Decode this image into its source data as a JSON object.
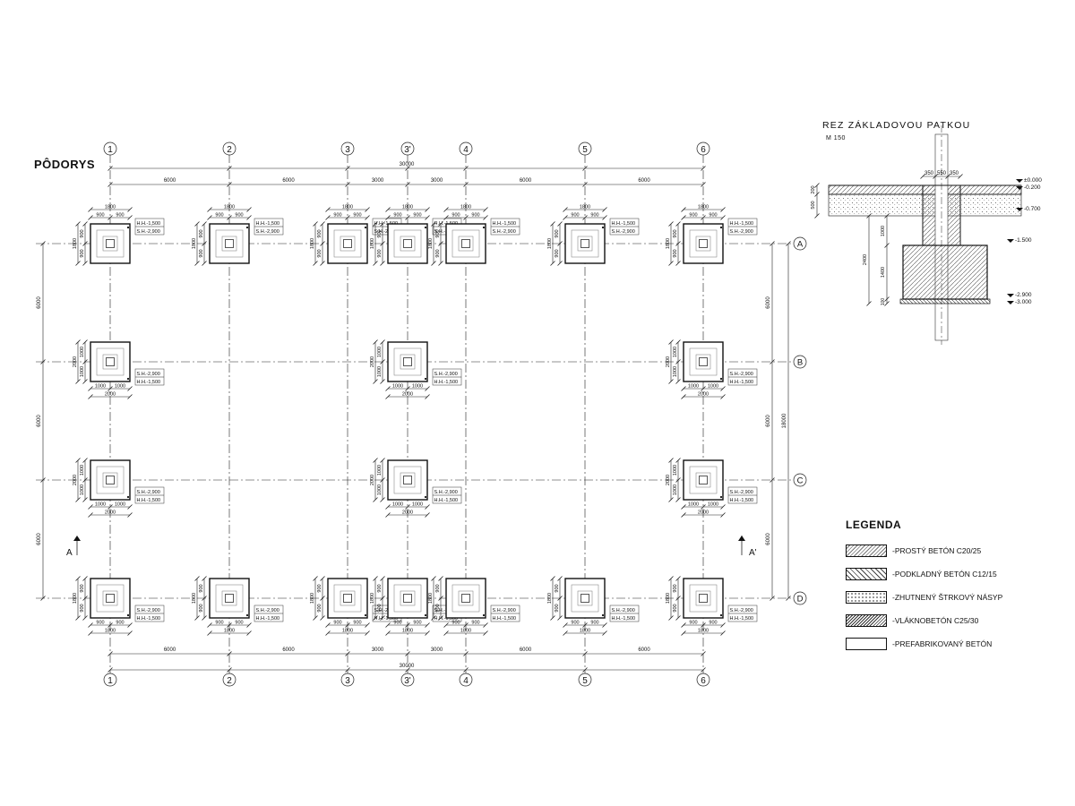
{
  "plan": {
    "title": "PÔDORYS",
    "axes_x": [
      "1",
      "2",
      "3",
      "3'",
      "4",
      "5",
      "6"
    ],
    "axes_y": [
      "A",
      "B",
      "C",
      "D"
    ],
    "top_spans": [
      "6000",
      "6000",
      "3000",
      "3000",
      "6000",
      "6000"
    ],
    "total_x": "30000",
    "right_spans": [
      "6000",
      "6000",
      "6000"
    ],
    "total_y": "18000",
    "left_spans": [
      "6000",
      "6000",
      "6000"
    ],
    "section_mark": "A",
    "section_mark_right": "A'",
    "footing_small": {
      "size": "1800",
      "half": "900"
    },
    "footing_large": {
      "size": "2000",
      "half": "1000"
    },
    "level_sh_small": "S.H.-2,900",
    "level_hh_small": "H.H.-1,500",
    "level_sh_large": "S.H.-2,900",
    "level_hh_large": "H.H.-1,500"
  },
  "section": {
    "title": "REZ ZÁKLADOVOU PATKOU",
    "scale": "M 150",
    "dims_top": [
      "350",
      "550",
      "350"
    ],
    "levels": [
      "±0.000",
      "-0.200",
      "-0.700",
      "-1.500",
      "-2.900",
      "-3.000"
    ],
    "dims_left": [
      "200",
      "500",
      "1000",
      "2400",
      "1400",
      "100"
    ]
  },
  "legend": {
    "title": "LEGENDA",
    "items": [
      {
        "label": "-PROSTÝ BETÓN C20/25",
        "swatch": "hatch1"
      },
      {
        "label": "-PODKLADNÝ BETÓN C12/15",
        "swatch": "hatch2"
      },
      {
        "label": "-ZHUTNENÝ ŠTRKOVÝ NÁSYP",
        "swatch": "gravel"
      },
      {
        "label": "-VLÁKNOBETÓN C25/30",
        "swatch": "fiber"
      },
      {
        "label": "-PREFABRIKOVANÝ BETÓN",
        "swatch": "precast"
      }
    ]
  }
}
